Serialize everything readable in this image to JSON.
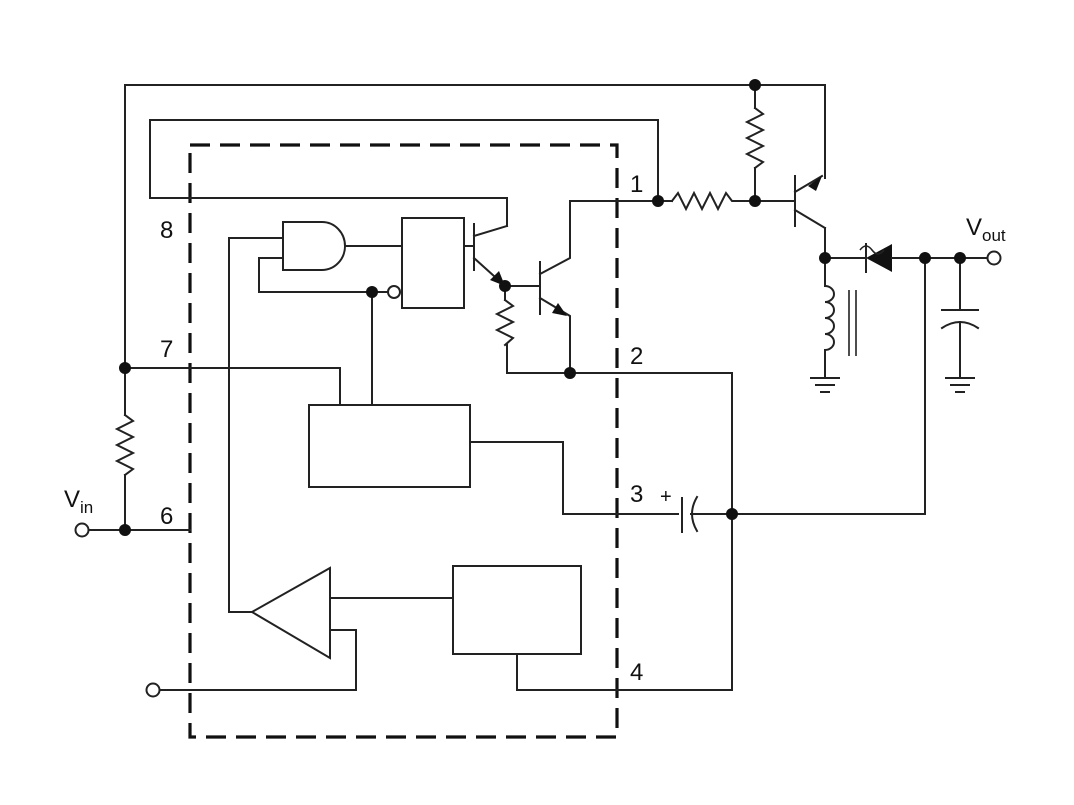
{
  "pins": {
    "p1": "1",
    "p2": "2",
    "p3": "3",
    "p4": "4",
    "p6": "6",
    "p7": "7",
    "p8": "8"
  },
  "labels": {
    "vin_main": "V",
    "vin_sub": "in",
    "vout_main": "V",
    "vout_sub": "out",
    "cap_plus": "+"
  }
}
